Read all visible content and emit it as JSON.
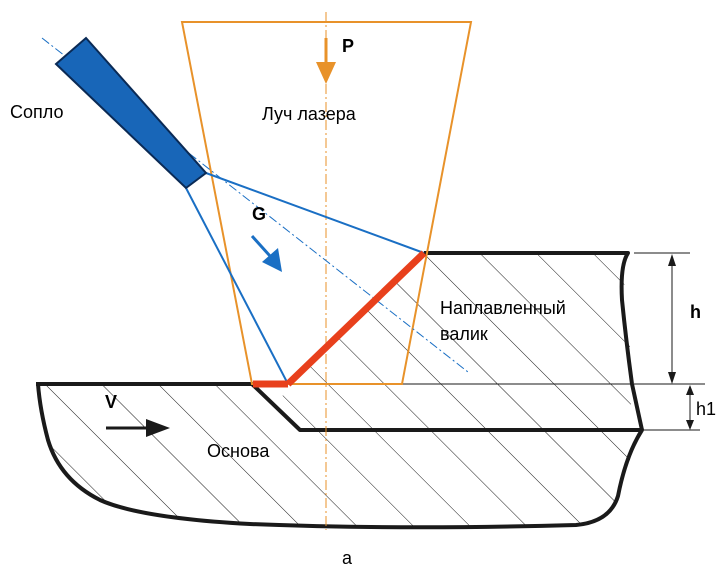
{
  "labels": {
    "nozzle": "Сопло",
    "laser_beam": "Луч лазера",
    "power": "P",
    "gas": "G",
    "velocity": "V",
    "clad_bead_line1": "Наплавленный",
    "clad_bead_line2": "валик",
    "base": "Основа",
    "height": "h",
    "height1": "h1",
    "caption": "a"
  },
  "colors": {
    "laser": "#e8922a",
    "nozzle_fill": "#1866b8",
    "nozzle_stroke": "#0a2a55",
    "powder_stream": "#1a6fc4",
    "melt_front": "#e8401c",
    "outline": "#1a1a1a"
  }
}
